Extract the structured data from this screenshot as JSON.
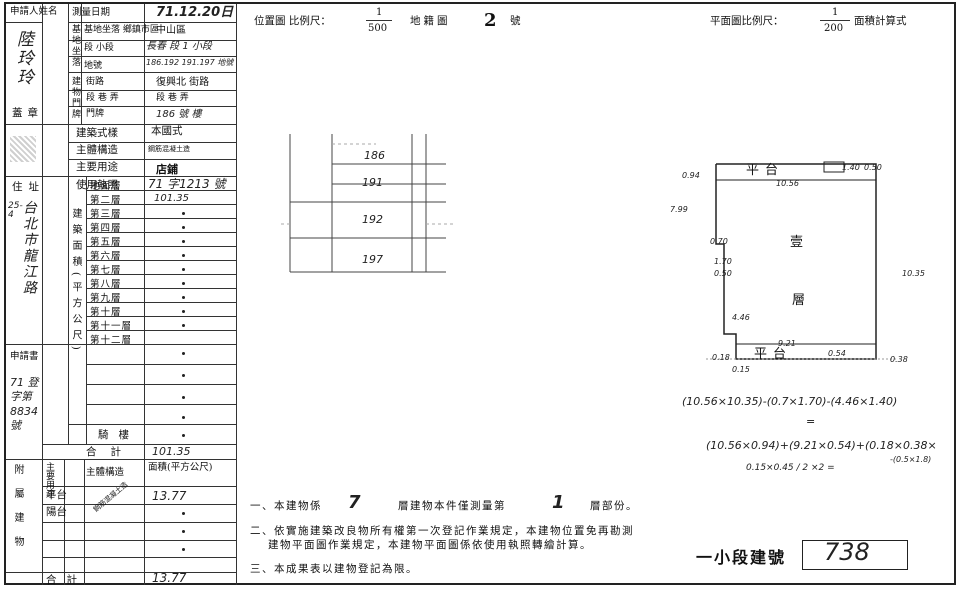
{
  "form": {
    "applicant_label": "申請人姓名",
    "applicant_name": "陸玲玲",
    "seal_label": "蓋章",
    "address_label": "住址",
    "address_number": "25-4",
    "address_text": "台北市龍江路",
    "survey_date_label": "測量日期",
    "survey_date": "71.12.20日",
    "district_label": "基地坐落 鄉鎮市區",
    "district_value": "中山區",
    "section_label": "段 小段",
    "section_value": "長春 段 1 小段",
    "lot_label": "地號",
    "lot_value": "186.192 191.197 地號",
    "building_label": "建物門牌",
    "street_label": "街路",
    "street_value": "復興北 街路",
    "lane_label": "段 巷 弄",
    "lane_value": "段 巷 弄",
    "door_label": "門牌",
    "door_value": "186 號 樓",
    "style_label": "建築式樣",
    "style_value": "本國式",
    "structure_label": "主體構造",
    "structure_value": "鋼筋混凝土造",
    "use_label": "主要用途",
    "use_value": "店鋪",
    "license_label": "使用執照",
    "license_value": "71 字1213 號",
    "area_section_label": "建築面積(平方公尺)",
    "floors": [
      "地面層",
      "第二層",
      "第三層",
      "第四層",
      "第五層",
      "第六層",
      "第七層",
      "第八層",
      "第九層",
      "第十層",
      "第十一層",
      "第十二層"
    ],
    "ground_floor_area": "101.35",
    "mezz_label": "騎樓",
    "total_label": "合計",
    "total_value": "101.35",
    "application_label": "申請書",
    "application_no": "71 登字第 8834 號",
    "attached_label": "附屬建物",
    "attached_use_label": "主要用途",
    "attached_structure_label": "主體構造",
    "attached_area_label": "面積(平方公尺)",
    "attached_use_value": "平台",
    "attached_use_value2": "陽台",
    "attached_structure_value": "鋼筋混凝土造",
    "attached_area_value": "13.77",
    "attached_total_label": "合計",
    "attached_total_value": "13.77"
  },
  "location_map": {
    "title": "位置圖 比例尺：",
    "scale_num": "1",
    "scale_den": "500",
    "cadastral_label": "地籍圖",
    "cadastral_no": "2",
    "no_suffix": "號",
    "lots": [
      "186",
      "191",
      "192",
      "197"
    ]
  },
  "floor_plan": {
    "title_prefix": "平面圖比例尺：",
    "scale_num": "1",
    "scale_den": "200",
    "title_suffix": "面積計算式",
    "labels": {
      "platform_top": "平台",
      "floor_char_1": "壹",
      "floor_char_2": "層",
      "platform_bottom": "平台"
    },
    "dims": [
      "0.94",
      "10.56",
      "1.40",
      "0.50",
      "7.99",
      "0.70",
      "1.70",
      "0.50",
      "10.35",
      "4.46",
      "9.21",
      "0.54",
      "0.18",
      "0.38",
      "0.15"
    ],
    "formula_1": "(10.56×10.35)-(0.7×1.70)-(4.46×1.40)",
    "formula_eq": "=",
    "formula_2": "(10.56×0.94)+(9.21×0.54)+(0.18×0.38×",
    "formula_3": "-(0.5×1.8)",
    "formula_4": "0.15×0.45 / 2 ×2 ="
  },
  "notes": {
    "n1_prefix": "一、本建物係",
    "n1_floors": "7",
    "n1_mid": "層建物本件僅測量第",
    "n1_floor": "1",
    "n1_suffix": "層部份。",
    "n2_line1": "二、依實施建築改良物所有權第一次登記作業規定，本建物位置免再勘測",
    "n2_line2": "建物平面圖作業規定，本建物平面圖係依使用執照轉繪計算。",
    "n3": "三、本成果表以建物登記為限。"
  },
  "building_no": {
    "label": "一小段建號",
    "value": "738"
  }
}
